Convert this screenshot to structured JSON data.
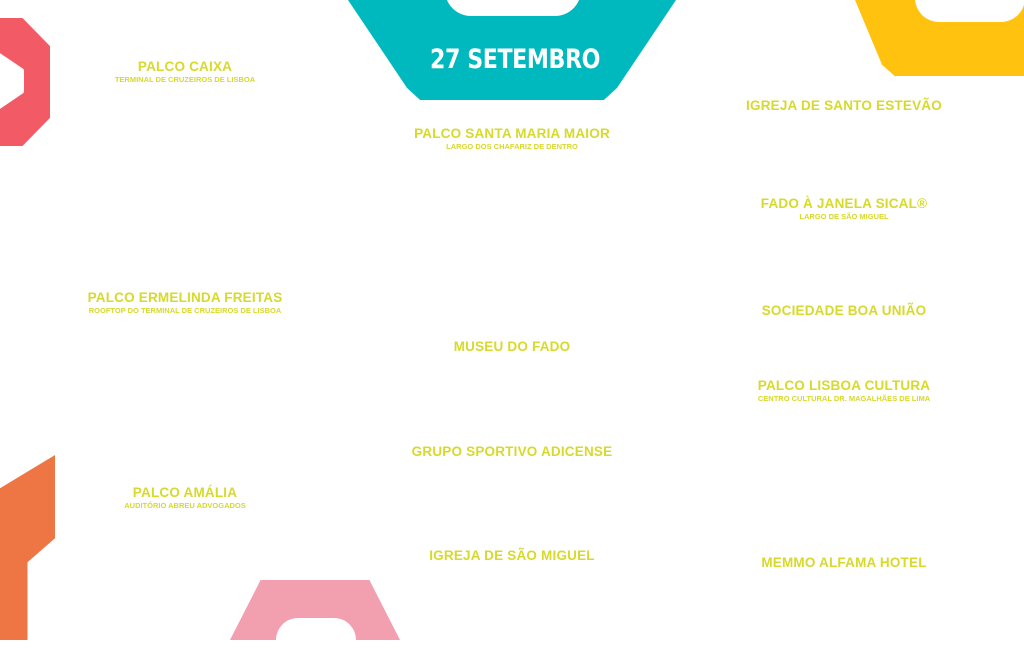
{
  "header": {
    "date": "27 SETEMBRO"
  },
  "colors": {
    "teal": "#00B9BE",
    "yellow": "#FFC20E",
    "red": "#F25A66",
    "orange": "#EE7644",
    "pink": "#F29FB0",
    "heading": "#D7D92B"
  },
  "venues": [
    {
      "title": "PALCO CAIXA",
      "subtitle": "TERMINAL DE CRUZEIROS DE LISBOA"
    },
    {
      "title": "PALCO ERMELINDA FREITAS",
      "subtitle": "ROOFTOP DO TERMINAL DE CRUZEIROS DE LISBOA"
    },
    {
      "title": "PALCO AMÁLIA",
      "subtitle": "AUDITÓRIO ABREU ADVOGADOS"
    },
    {
      "title": "PALCO SANTA MARIA MAIOR",
      "subtitle": "LARGO DOS CHAFARIZ DE DENTRO"
    },
    {
      "title": "MUSEU DO FADO"
    },
    {
      "title": "GRUPO SPORTIVO ADICENSE"
    },
    {
      "title": "IGREJA DE SÃO MIGUEL"
    },
    {
      "title": "IGREJA DE SANTO ESTEVÃO"
    },
    {
      "title": "FADO À JANELA SICAL®",
      "subtitle": "LARGO DE SÃO MIGUEL"
    },
    {
      "title": "SOCIEDADE BOA UNIÃO"
    },
    {
      "title": "PALCO LISBOA CULTURA",
      "subtitle": "CENTRO CULTURAL DR. MAGALHÃES DE LIMA"
    },
    {
      "title": "MEMMO ALFAMA HOTEL"
    }
  ]
}
